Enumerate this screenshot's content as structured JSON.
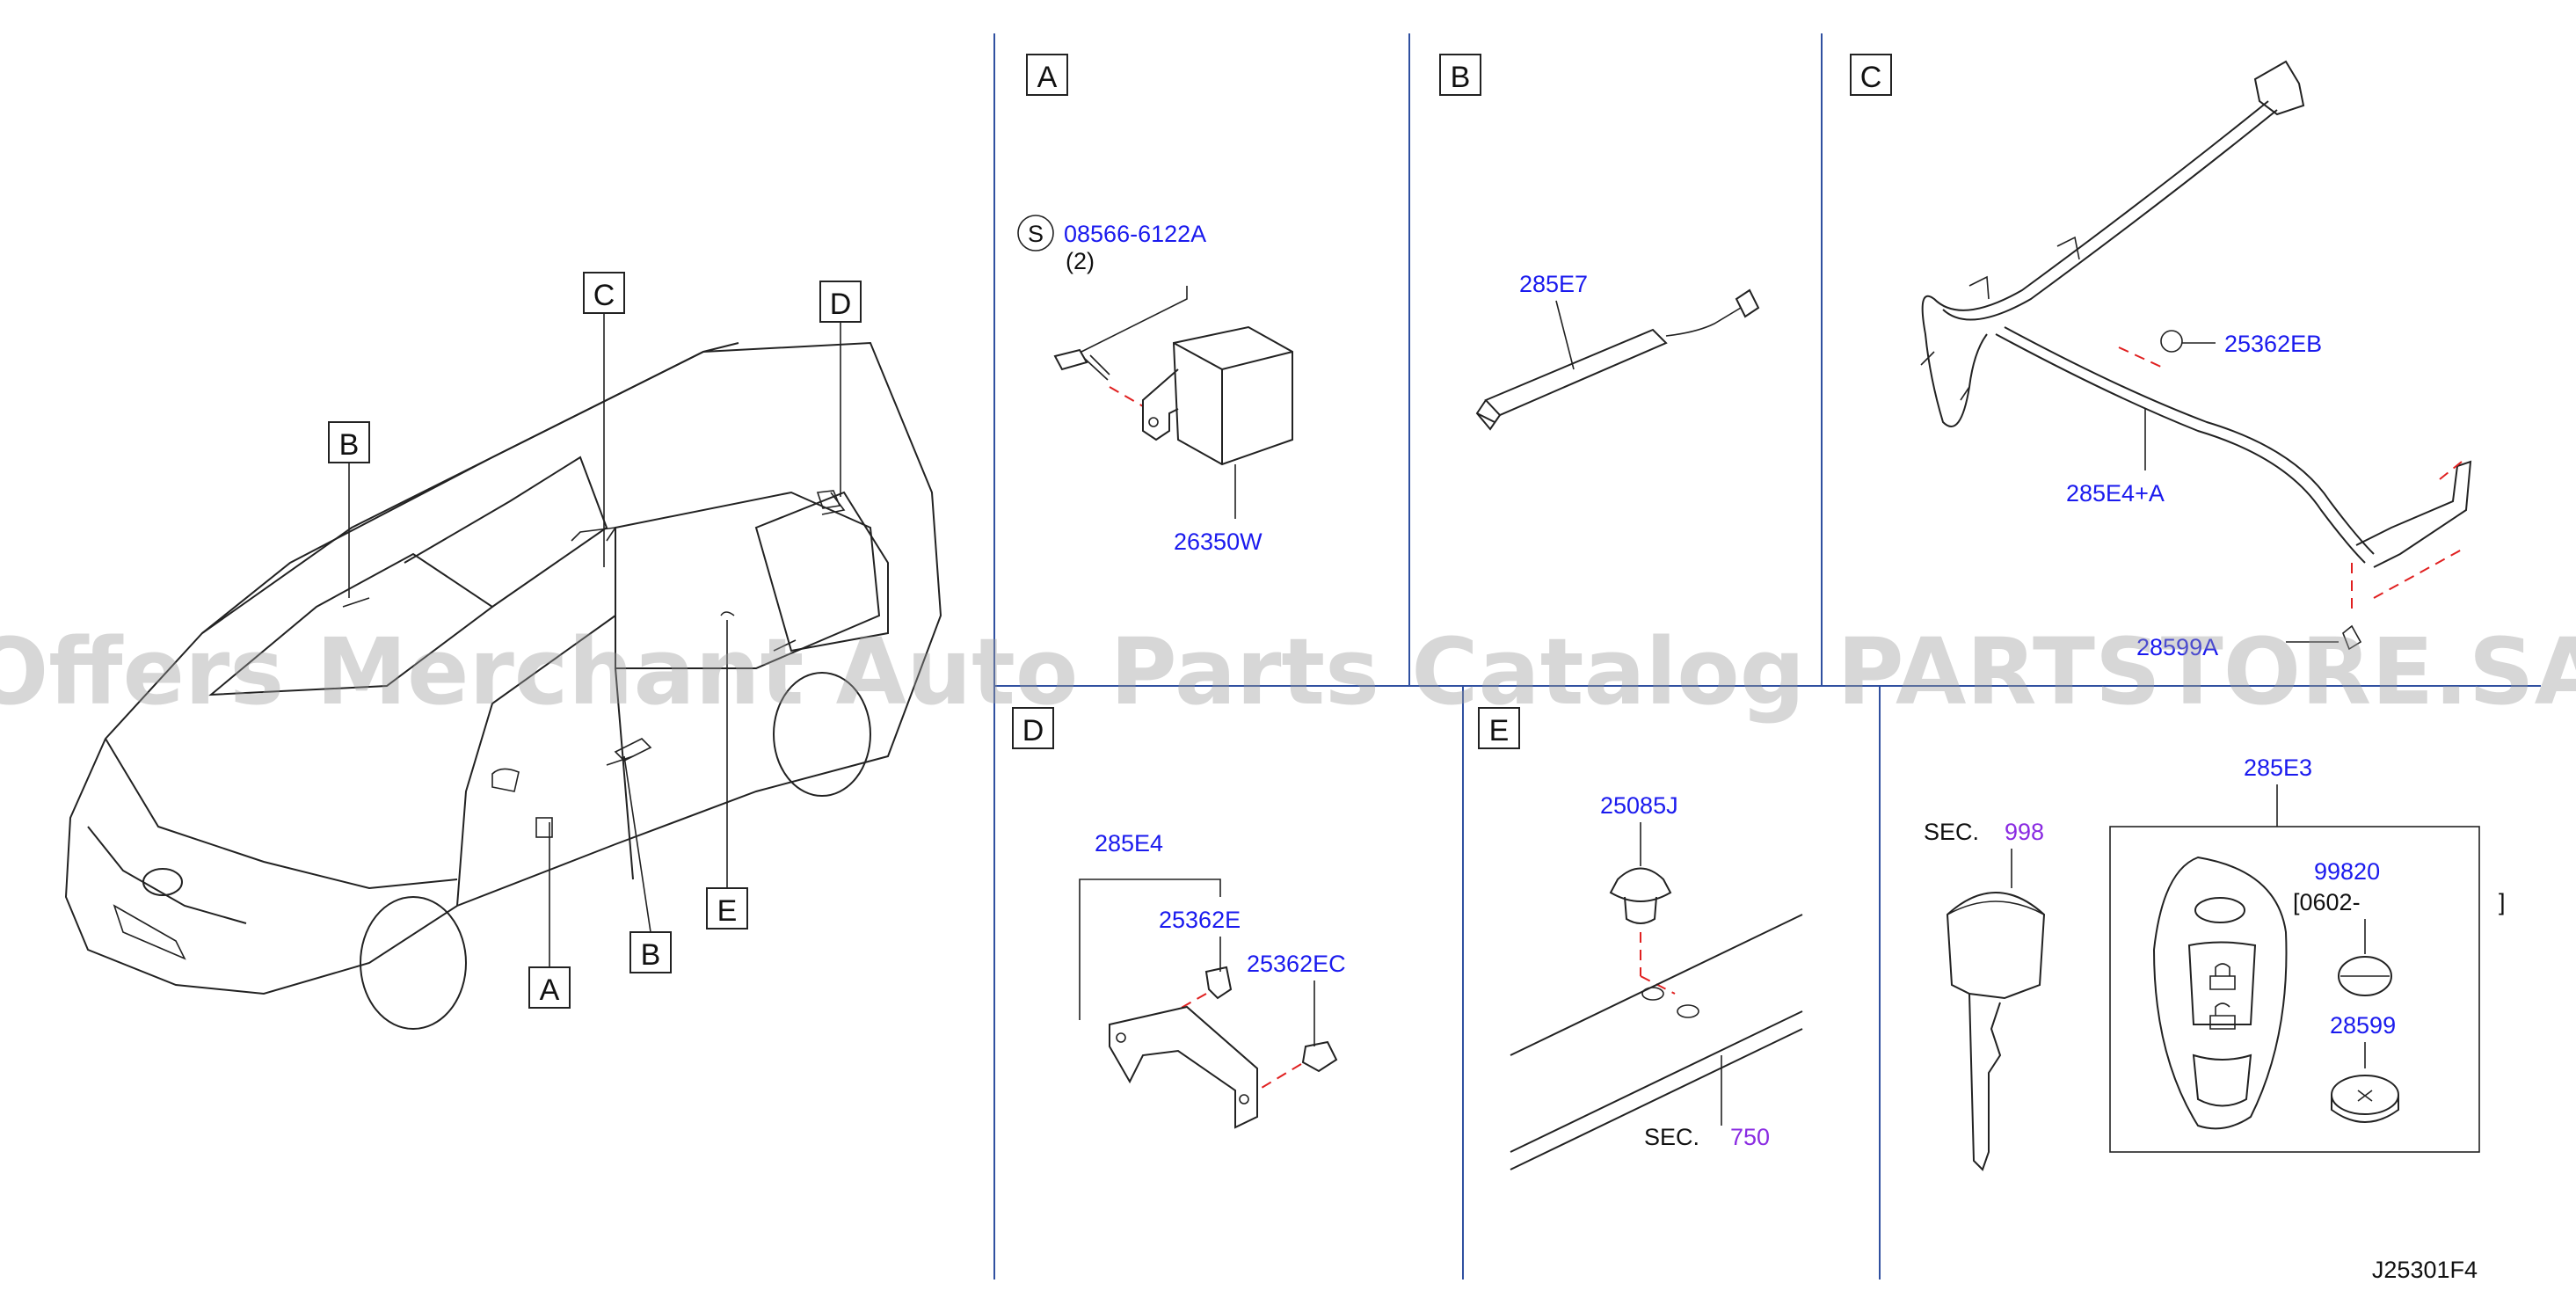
{
  "watermark": "Offers Merchant Auto Parts Catalog PARTSTORE.SA",
  "diagram_code": "J25301F4",
  "panel_labels": {
    "A": "A",
    "B": "B",
    "C": "C",
    "D": "D",
    "E": "E"
  },
  "overview_callouts": {
    "A": "A",
    "B1": "B",
    "B2": "B",
    "C": "C",
    "D": "D",
    "E": "E"
  },
  "panel_A": {
    "screw_symbol": "S",
    "screw_part": "08566-6122A",
    "screw_qty": "(2)",
    "module_part": "26350W"
  },
  "panel_B": {
    "antenna_part": "285E7"
  },
  "panel_C": {
    "harness_part": "285E4+A",
    "clip_part": "25362EB",
    "bottom_part": "28599A"
  },
  "panel_D": {
    "group_part": "285E4",
    "clip_part": "25362E",
    "nut_part": "25362EC"
  },
  "panel_E": {
    "grommet_part": "25085J",
    "sec_prefix": "SEC.",
    "sec_number": "750"
  },
  "panel_F": {
    "key_sec_prefix": "SEC.",
    "key_sec_number": "998",
    "fob_part": "285E3",
    "emblem_part": "99820",
    "emblem_date_open": "[0602-",
    "emblem_date_close": "]",
    "battery_part": "28599"
  }
}
